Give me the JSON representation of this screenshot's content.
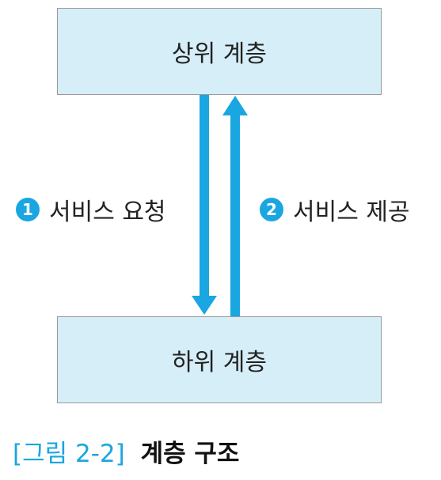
{
  "diagram": {
    "upper_layer": "상위 계층",
    "lower_layer": "하위 계층",
    "request": {
      "number": "1",
      "label": "서비스 요청"
    },
    "provide": {
      "number": "2",
      "label": "서비스 제공"
    }
  },
  "caption": {
    "figure_number": "[그림 2-2]",
    "title": "계층 구조"
  },
  "colors": {
    "box_fill": "#d6eef8",
    "arrow": "#1aa6e0",
    "caption_number": "#1aa6e0"
  }
}
